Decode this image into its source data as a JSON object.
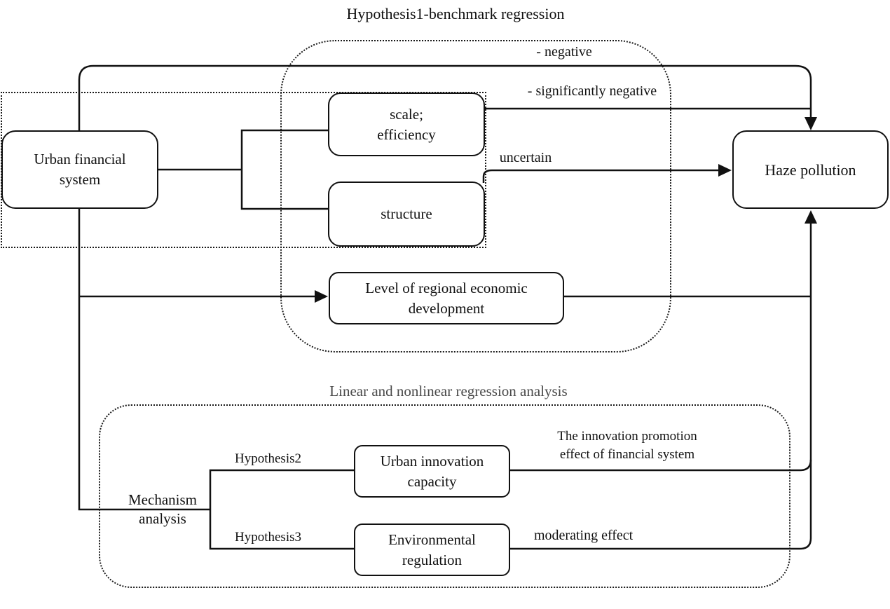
{
  "titles": {
    "benchmark": "Hypothesis1-benchmark regression",
    "regression": "Linear and nonlinear regression analysis"
  },
  "nodes": {
    "urban": {
      "line1": "Urban financial",
      "line2": "system"
    },
    "scale": {
      "line1": "scale;",
      "line2": "efficiency"
    },
    "structure": {
      "label": "structure"
    },
    "level": {
      "line1": "Level of regional economic",
      "line2": "development"
    },
    "haze": {
      "label": "Haze pollution"
    },
    "innovation": {
      "line1": "Urban innovation",
      "line2": "capacity"
    },
    "regulation": {
      "line1": "Environmental",
      "line2": "regulation"
    }
  },
  "edge_labels": {
    "negative": "- negative",
    "significantly_negative": "- significantly negative",
    "uncertain": "uncertain",
    "hypothesis2": "Hypothesis2",
    "hypothesis3": "Hypothesis3",
    "innovation_effect": {
      "line1": "The innovation promotion",
      "line2": "effect of financial system"
    },
    "moderating_effect": "moderating effect",
    "mechanism": {
      "line1": "Mechanism",
      "line2": "analysis"
    }
  },
  "colors": {
    "line": "#111111",
    "text": "#111111",
    "muted_title": "#4a4a4a",
    "background": "#ffffff"
  }
}
